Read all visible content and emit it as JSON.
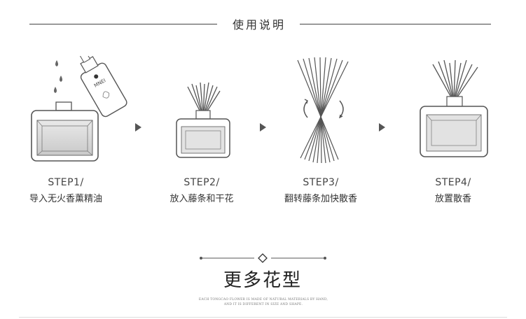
{
  "header": {
    "title": "使用说明"
  },
  "steps": [
    {
      "label": "STEP1/",
      "desc": "导入无火香薰精油"
    },
    {
      "label": "STEP2/",
      "desc": "放入藤条和干花"
    },
    {
      "label": "STEP3/",
      "desc": "翻转藤条加快散香"
    },
    {
      "label": "STEP4/",
      "desc": "放置散香"
    }
  ],
  "bottle_brand": "MNEI",
  "more_section": {
    "title": "更多花型",
    "fine_print_1": "EACH TONGCAO FLOWER IS MADE OF NATURAL MATERIALS BY HAND,",
    "fine_print_2": "AND IT IS DIFFERENT IN SIZE AND SHAPE."
  }
}
